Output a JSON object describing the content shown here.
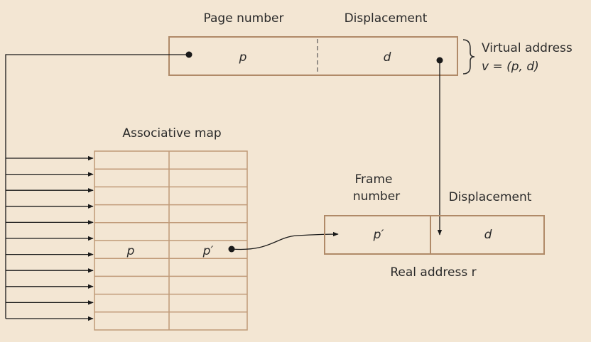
{
  "virtual_address": {
    "page_number_label": "Page number",
    "displacement_label": "Displacement",
    "p": "p",
    "d": "d",
    "brace_label_line1": "Virtual address",
    "brace_label_line2": "v = (p, d)"
  },
  "associative_map": {
    "title": "Associative map",
    "match_page": "p",
    "match_frame": "p′",
    "row_count": 10
  },
  "real_address": {
    "frame_number_line1": "Frame",
    "frame_number_line2": "number",
    "displacement_label": "Displacement",
    "p_prime": "p′",
    "d": "d",
    "caption": "Real address r"
  },
  "colors": {
    "background": "#f3e6d3",
    "box_stroke": "#b08a68",
    "wire": "#1a1a1a",
    "text": "#2a2a2a"
  }
}
